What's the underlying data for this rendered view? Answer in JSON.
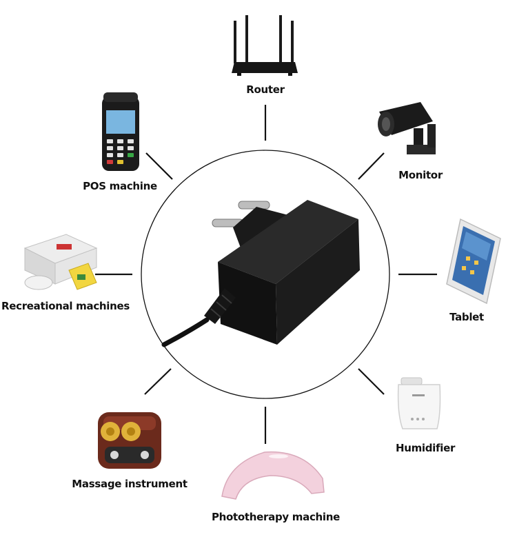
{
  "colors": {
    "background": "#ffffff",
    "line": "#111111",
    "adapter": "#141414",
    "prong": "#b8b8b8"
  },
  "labels": {
    "router": "Router",
    "monitor": "Monitor",
    "tablet": "Tablet",
    "humidifier": "Humidifier",
    "phototherapy": "Phototherapy machine",
    "massage": "Massage instrument",
    "recreational": "Recreational machines",
    "pos": "POS machine"
  },
  "icons": {
    "center": "power-adapter-icon",
    "router": "router-icon",
    "monitor": "security-camera-icon",
    "tablet": "tablet-icon",
    "humidifier": "humidifier-icon",
    "phototherapy": "nail-lamp-icon",
    "massage": "massager-icon",
    "recreational": "game-console-icon",
    "pos": "pos-terminal-icon"
  }
}
